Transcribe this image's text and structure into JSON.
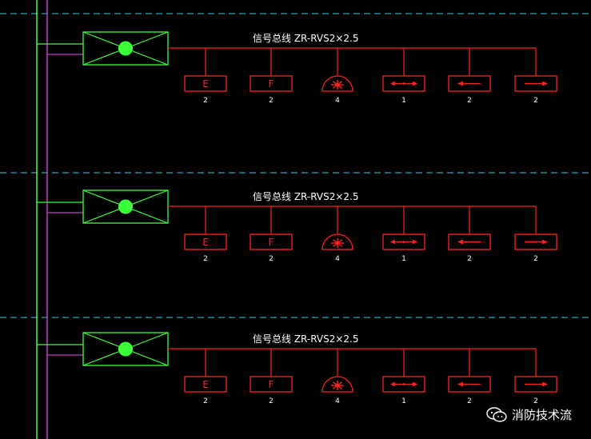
{
  "colors": {
    "background": "#000000",
    "grid_line": "#2aa9b5",
    "vertical_bus_green": "#3cff3c",
    "vertical_bus_magenta": "#c040c0",
    "controller": "#3cff3c",
    "signal_line": "#ff2020",
    "label": "#ffffff"
  },
  "rows": [
    {
      "bus_label": "信号总线 ZR-RVS2×2.5",
      "devices": [
        {
          "kind": "box-letter",
          "letter": "E",
          "count": "2",
          "icon": "exhaust-device-icon"
        },
        {
          "kind": "box-letter",
          "letter": "F",
          "count": "2",
          "icon": "fan-device-icon"
        },
        {
          "kind": "dome",
          "letter": "",
          "count": "4",
          "icon": "light-beacon-icon"
        },
        {
          "kind": "arrow-both",
          "letter": "",
          "count": "1",
          "icon": "bidirectional-arrow-icon"
        },
        {
          "kind": "arrow-left",
          "letter": "",
          "count": "2",
          "icon": "left-arrow-icon"
        },
        {
          "kind": "arrow-right",
          "letter": "",
          "count": "2",
          "icon": "right-arrow-icon"
        }
      ]
    },
    {
      "bus_label": "信号总线 ZR-RVS2×2.5",
      "devices": [
        {
          "kind": "box-letter",
          "letter": "E",
          "count": "2",
          "icon": "exhaust-device-icon"
        },
        {
          "kind": "box-letter",
          "letter": "F",
          "count": "2",
          "icon": "fan-device-icon"
        },
        {
          "kind": "dome",
          "letter": "",
          "count": "4",
          "icon": "light-beacon-icon"
        },
        {
          "kind": "arrow-both",
          "letter": "",
          "count": "1",
          "icon": "bidirectional-arrow-icon"
        },
        {
          "kind": "arrow-left",
          "letter": "",
          "count": "2",
          "icon": "left-arrow-icon"
        },
        {
          "kind": "arrow-right",
          "letter": "",
          "count": "2",
          "icon": "right-arrow-icon"
        }
      ]
    },
    {
      "bus_label": "信号总线 ZR-RVS2×2.5",
      "devices": [
        {
          "kind": "box-letter",
          "letter": "E",
          "count": "2",
          "icon": "exhaust-device-icon"
        },
        {
          "kind": "box-letter",
          "letter": "F",
          "count": "2",
          "icon": "fan-device-icon"
        },
        {
          "kind": "dome",
          "letter": "",
          "count": "4",
          "icon": "light-beacon-icon"
        },
        {
          "kind": "arrow-both",
          "letter": "",
          "count": "1",
          "icon": "bidirectional-arrow-icon"
        },
        {
          "kind": "arrow-left",
          "letter": "",
          "count": "2",
          "icon": "left-arrow-icon"
        },
        {
          "kind": "arrow-right",
          "letter": "",
          "count": "2",
          "icon": "right-arrow-icon"
        }
      ]
    }
  ],
  "watermark": {
    "text": "消防技术流",
    "icon": "wechat-icon"
  }
}
